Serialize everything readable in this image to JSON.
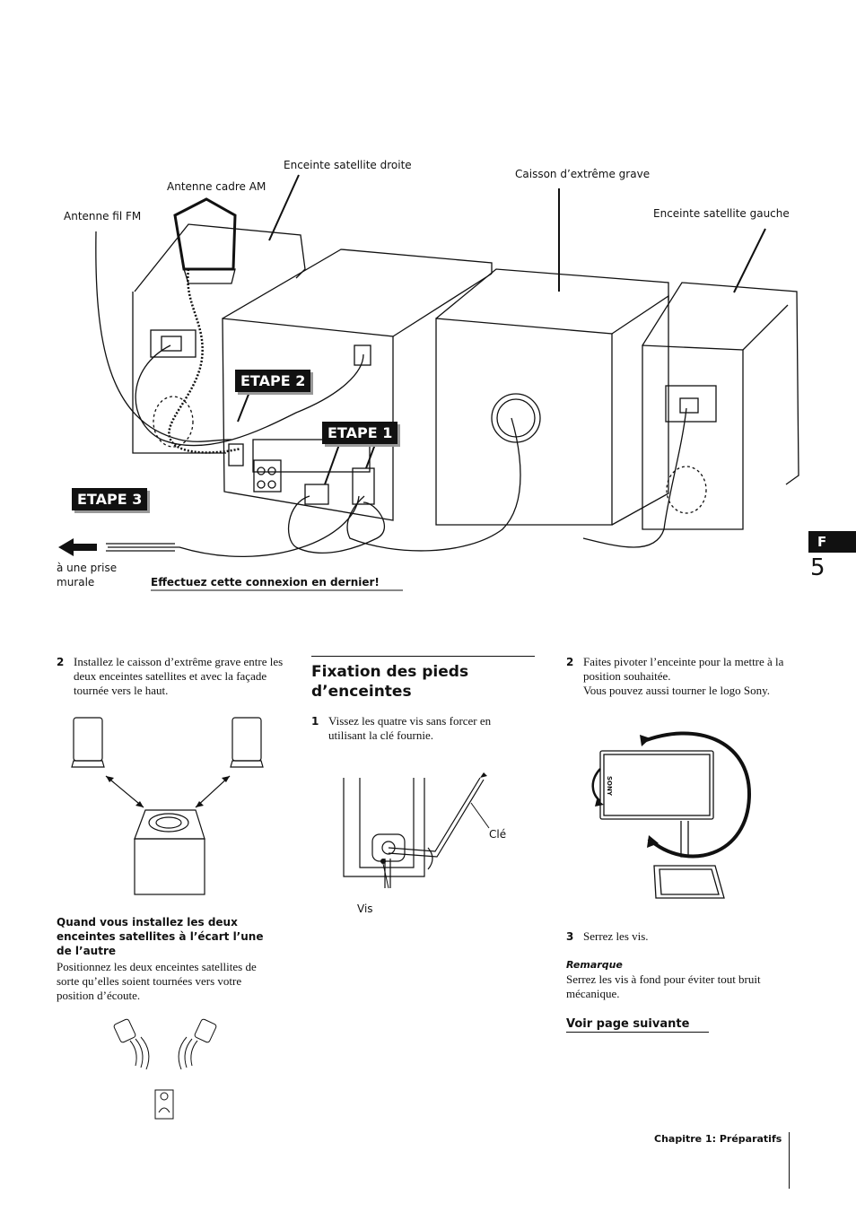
{
  "diagram": {
    "labels": {
      "fm_antenna": "Antenne fil FM",
      "am_antenna": "Antenne cadre AM",
      "right_satellite": "Enceinte satellite droite",
      "subwoofer": "Caisson d’extrême grave",
      "left_satellite": "Enceinte satellite gauche",
      "wall_outlet_line1": "à une prise",
      "wall_outlet_line2": "murale",
      "last_connection": "Effectuez cette connexion en dernier!"
    },
    "steps": {
      "step1": "ETAPE 1",
      "step2": "ETAPE 2",
      "step3": "ETAPE 3"
    }
  },
  "side_tab": {
    "letter": "F",
    "page_number": "5"
  },
  "left_column": {
    "step_number": "2",
    "step_text": "Installez le caisson d’extrême grave entre les deux enceintes satellites et avec la façade tournée vers le haut.",
    "subheading": "Quand vous installez les deux enceintes satellites à l’écart l’une de l’autre",
    "paragraph": "Positionnez les deux enceintes satellites de sorte qu’elles soient tournées vers votre position d’écoute."
  },
  "middle_column": {
    "heading_line1": "Fixation des pieds",
    "heading_line2": "d’enceintes",
    "step_number": "1",
    "step_text": "Vissez les quatre vis sans forcer en utilisant la clé fournie.",
    "label_key": "Clé",
    "label_screw": "Vis"
  },
  "right_column": {
    "step2_number": "2",
    "step2_text": "Faites pivoter l’enceinte pour la mettre à la position souhaitée.",
    "step2_text2": "Vous pouvez aussi tourner le logo Sony.",
    "logo_text": "SONY",
    "step3_number": "3",
    "step3_text": "Serrez les vis.",
    "note_title": "Remarque",
    "note_text": "Serrez les vis à fond pour éviter tout bruit mécanique.",
    "continue_link": "Voir page suivante"
  },
  "footer": {
    "chapter": "Chapitre 1: Préparatifs"
  }
}
